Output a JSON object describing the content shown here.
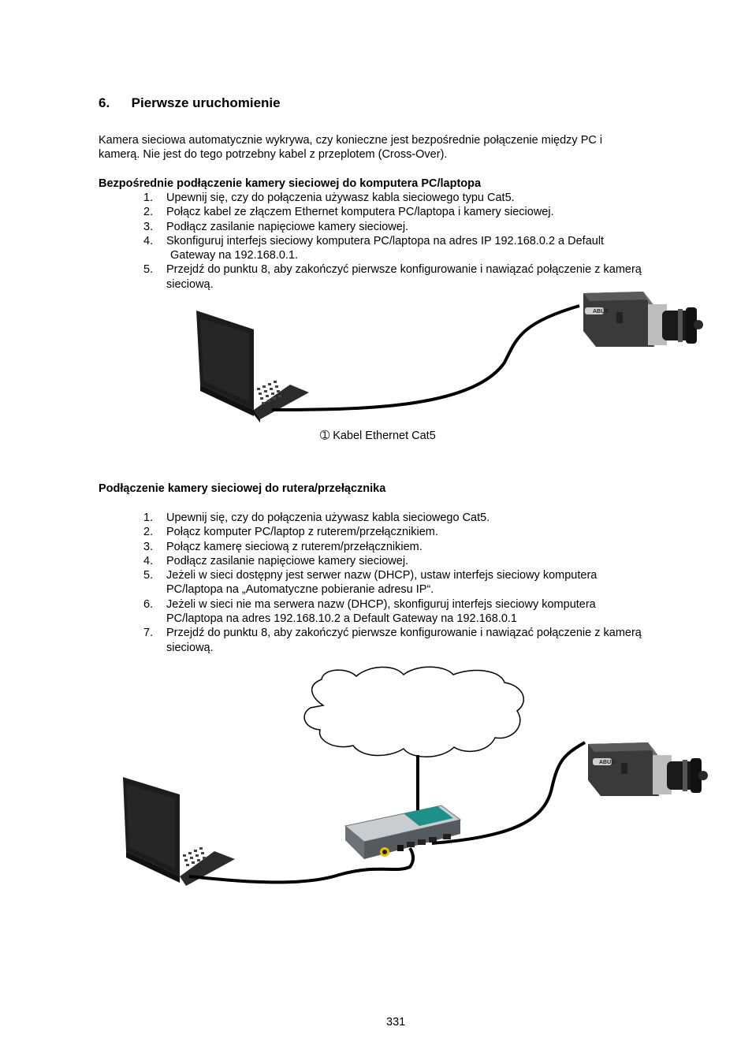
{
  "section": {
    "number": "6.",
    "title": "Pierwsze uruchomienie"
  },
  "intro": {
    "line1": "Kamera sieciowa automatycznie wykrywa, czy konieczne jest bezpośrednie połączenie między PC i",
    "line2": "kamerą. Nie jest do tego potrzebny kabel z przeplotem (Cross-Over)."
  },
  "direct": {
    "heading": "Bezpośrednie podłączenie kamery sieciowej do komputera PC/laptopa",
    "steps": [
      {
        "n": "1.",
        "l1": "Upewnij się, czy do połączenia używasz kabla sieciowego typu Cat5."
      },
      {
        "n": "2.",
        "l1": "Połącz kabel ze złączem Ethernet komputera PC/laptopa i kamery sieciowej."
      },
      {
        "n": "3.",
        "l1": "Podłącz zasilanie napięciowe kamery sieciowej."
      },
      {
        "n": "4.",
        "l1": "Skonfiguruj interfejs sieciowy komputera PC/laptopa na adres IP 192.168.0.2 a Default",
        "l2": "Gateway na 192.168.0.1."
      },
      {
        "n": "5.",
        "l1": "Przejdź do punktu 8, aby zakończyć pierwsze konfigurowanie i nawiązać połączenie z kamerą",
        "l2": "sieciową."
      }
    ],
    "caption_marker": "➀",
    "caption": "Kabel Ethernet Cat5"
  },
  "router": {
    "heading": "Podłączenie kamery sieciowej do rutera/przełącznika",
    "steps": [
      {
        "n": "1.",
        "l1": "Upewnij się, czy do połączenia używasz kabla sieciowego Cat5."
      },
      {
        "n": "2.",
        "l1": "Połącz komputer PC/laptop z ruterem/przełącznikiem."
      },
      {
        "n": "3.",
        "l1": "Połącz kamerę sieciową z ruterem/przełącznikiem."
      },
      {
        "n": "4.",
        "l1": "Podłącz zasilanie napięciowe kamery sieciowej."
      },
      {
        "n": "5.",
        "l1": "Jeżeli w sieci dostępny jest serwer nazw (DHCP), ustaw interfejs sieciowy komputera",
        "l2": "PC/laptopa na „Automatyczne pobieranie adresu IP“."
      },
      {
        "n": "6.",
        "l1": "Jeżeli w sieci nie ma serwera nazw (DHCP), skonfiguruj interfejs sieciowy komputera",
        "l2": "PC/laptopa na adres 192.168.10.2 a Default Gateway na 192.168.0.1"
      },
      {
        "n": "7.",
        "l1": "Przejdź do punktu 8, aby zakończyć pierwsze konfigurowanie i nawiązać połączenie z kamerą",
        "l2": "sieciową."
      }
    ]
  },
  "camera_logo": "ABUS",
  "page_number": "331",
  "colors": {
    "text": "#000000",
    "laptop": "#1c1c1c",
    "camera_body": "#3a3a3a",
    "router_accent": "#1f8f8a"
  }
}
